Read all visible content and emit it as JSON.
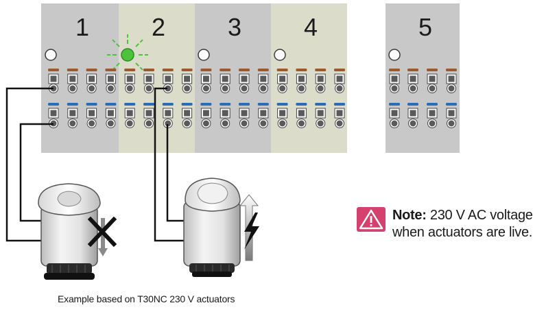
{
  "zones": [
    {
      "number": "1",
      "led_on": false
    },
    {
      "number": "2",
      "led_on": true
    },
    {
      "number": "3",
      "led_on": false
    },
    {
      "number": "4",
      "led_on": false
    },
    {
      "number": "5",
      "led_on": false
    }
  ],
  "colors": {
    "panel_gray": "#c8c8c8",
    "panel_beige": "#dcdccb",
    "led_green": "#4cc33b",
    "wire_brown": "#9a5a2e",
    "wire_blue": "#2a6cb5",
    "warning_pink": "#d6406e"
  },
  "icons": [
    "warning-triangle-icon",
    "lightning-icon",
    "cross-icon"
  ],
  "note": {
    "label": "Note:",
    "line1_rest": " 230 V AC voltage",
    "line2": "when actuators are live."
  },
  "caption": "Example based on T30NC 230 V actuators"
}
